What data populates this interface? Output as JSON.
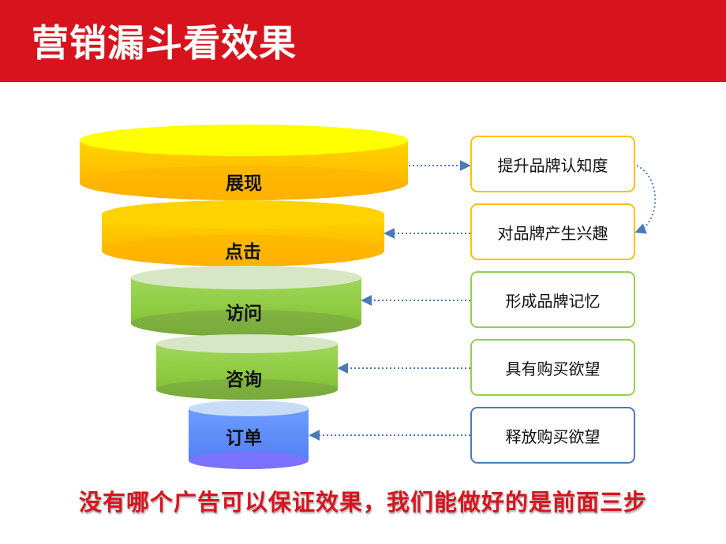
{
  "title": "营销漏斗看效果",
  "stages": [
    {
      "label": "展现",
      "color": "#ffc000"
    },
    {
      "label": "点击",
      "color": "#ffc000"
    },
    {
      "label": "访问",
      "color": "#92d050"
    },
    {
      "label": "咨询",
      "color": "#92d050"
    },
    {
      "label": "订单",
      "color": "#5b8cff"
    }
  ],
  "effects": [
    {
      "label": "提升品牌认知度",
      "border": "#ffc000"
    },
    {
      "label": "对品牌产生兴趣",
      "border": "#ffc000"
    },
    {
      "label": "形成品牌记忆",
      "border": "#92d050"
    },
    {
      "label": "具有购买欲望",
      "border": "#92d050"
    },
    {
      "label": "释放购买欲望",
      "border": "#5b8cff"
    }
  ],
  "footer": "没有哪个广告可以保证效果，我们能做好的是前面三步",
  "connector_color": "#4a7ab8"
}
